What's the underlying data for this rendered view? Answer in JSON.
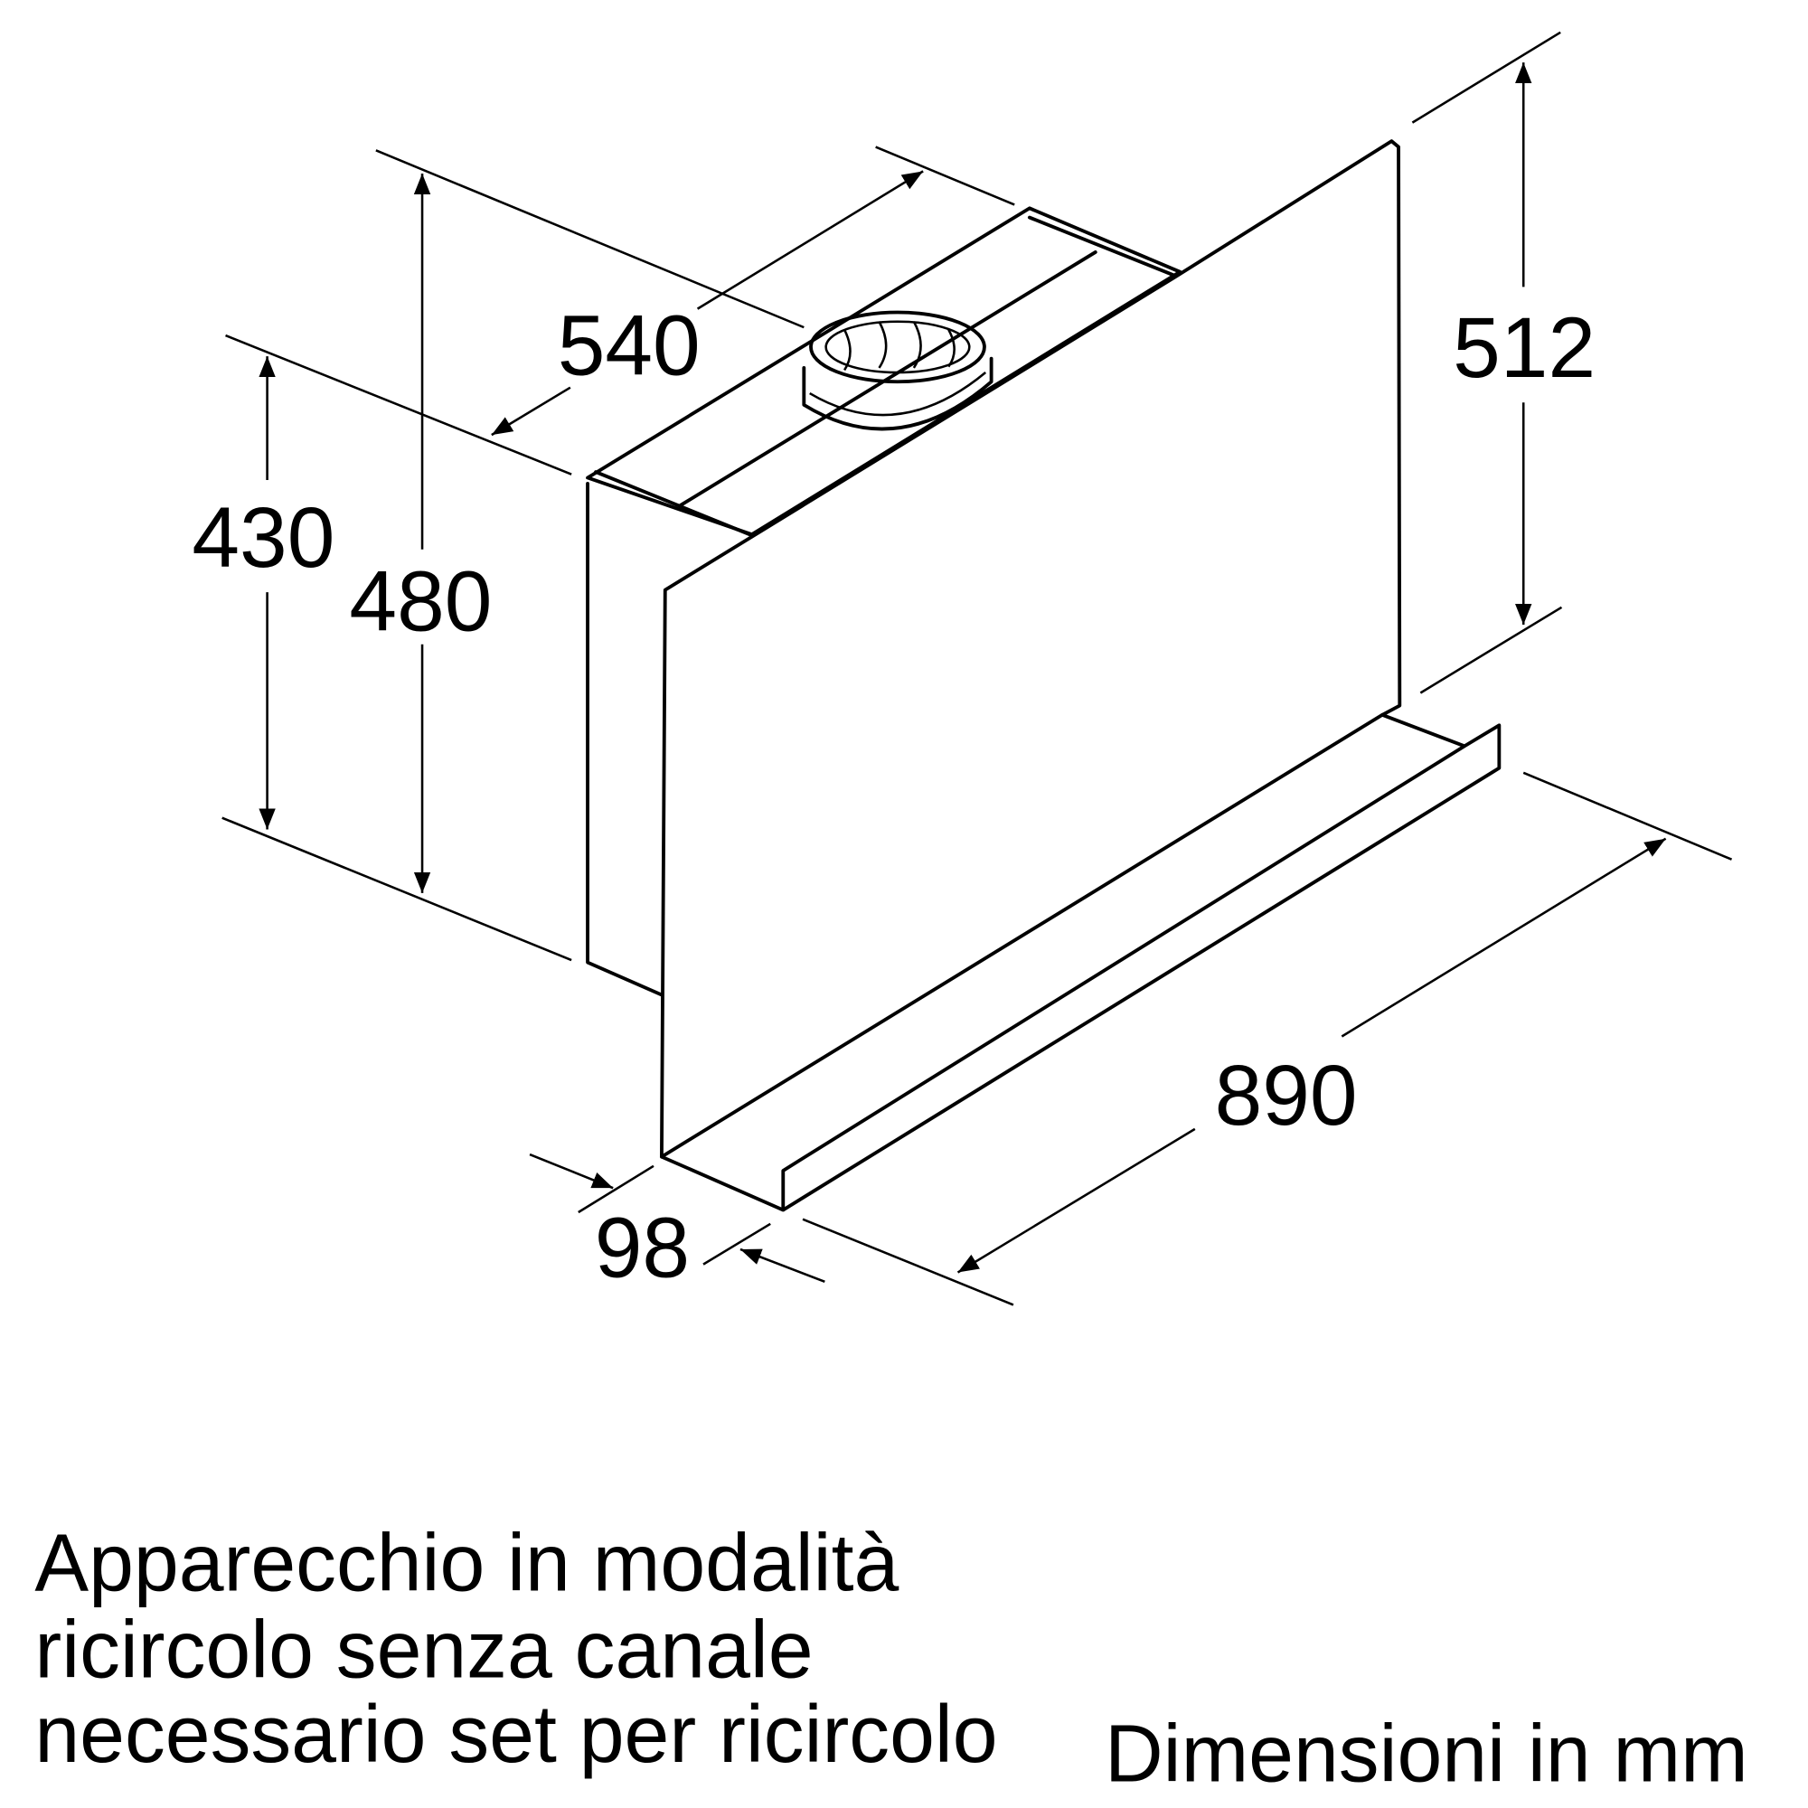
{
  "dimensions": {
    "width_depth": "540",
    "height_rear": "512",
    "height_left": "430",
    "height_front": "480",
    "width": "890",
    "glass_depth": "98"
  },
  "caption": {
    "lines": [
      "Apparecchio in modalità",
      "ricircolo senza canale",
      "necessario set per ricircolo"
    ],
    "units": "Dimensioni in mm"
  }
}
